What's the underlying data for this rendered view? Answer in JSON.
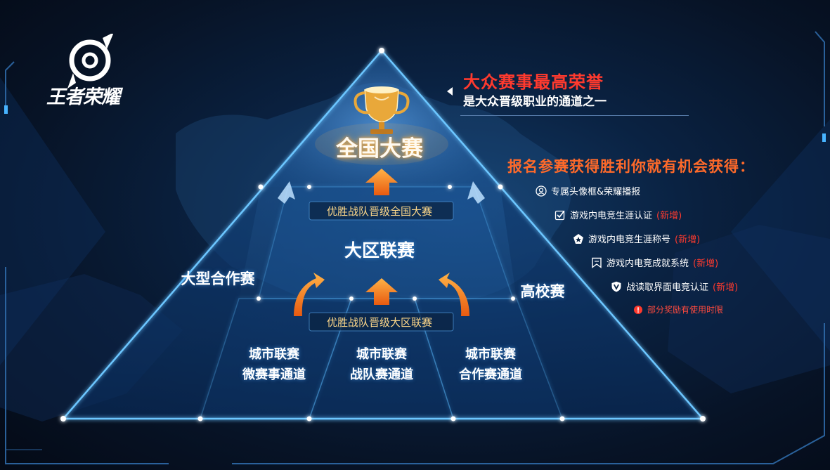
{
  "logo": {
    "text": "王者荣耀",
    "icon": "honor-of-kings-emblem"
  },
  "pyramid": {
    "national": "全国大赛",
    "national_promotion": "优胜战队晋级全国大赛",
    "regional": "大区联赛",
    "regional_promotion": "优胜战队晋级大区联赛",
    "large_cooperation": "大型合作赛",
    "college": "高校赛",
    "city_channels": [
      {
        "line1": "城市联赛",
        "line2": "微赛事通道"
      },
      {
        "line1": "城市联赛",
        "line2": "战队赛通道"
      },
      {
        "line1": "城市联赛",
        "line2": "合作赛通道"
      }
    ]
  },
  "headline": {
    "title": "大众赛事最高荣誉",
    "subtitle": "是大众晋级职业的通道之一"
  },
  "rewards": {
    "title": "报名参赛获得胜利你就有机会获得：",
    "items": [
      {
        "label": "专属头像框&荣耀播报",
        "tag": "",
        "icon": "avatar-frame-icon"
      },
      {
        "label": "游戏内电竞生涯认证",
        "tag": "(新增)",
        "icon": "certification-check-icon"
      },
      {
        "label": "游戏内电竞生涯称号",
        "tag": "(新增)",
        "icon": "title-badge-icon"
      },
      {
        "label": "游戏内电竞成就系统",
        "tag": "(新增)",
        "icon": "achievement-bookmark-icon"
      },
      {
        "label": "战读取界面电竞认证",
        "tag": "(新增)",
        "icon": "verified-v-icon"
      }
    ],
    "note": "部分奖励有使用时限",
    "note_icon": "warning-icon"
  },
  "colors": {
    "accent_red": "#ff3a2e",
    "accent_orange": "#ff6a2a",
    "gold_text": "#ffd98a",
    "glow_blue": "#48b4ff",
    "background": "#071326"
  }
}
